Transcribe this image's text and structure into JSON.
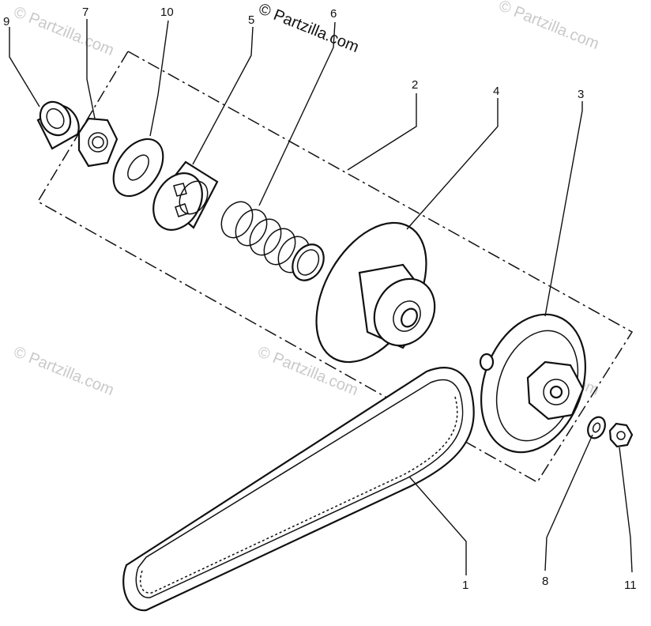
{
  "watermarks": {
    "main": "© Partzilla.com",
    "repeat": "© Partzilla.com"
  },
  "callouts": {
    "c1": "1",
    "c2": "2",
    "c3": "3",
    "c4": "4",
    "c5": "5",
    "c6": "6",
    "c7": "7",
    "c8": "8",
    "c9": "9",
    "c10": "10",
    "c11": "11"
  },
  "colors": {
    "ink": "#111111",
    "watermark": "#c9c9c9",
    "background": "#ffffff"
  }
}
